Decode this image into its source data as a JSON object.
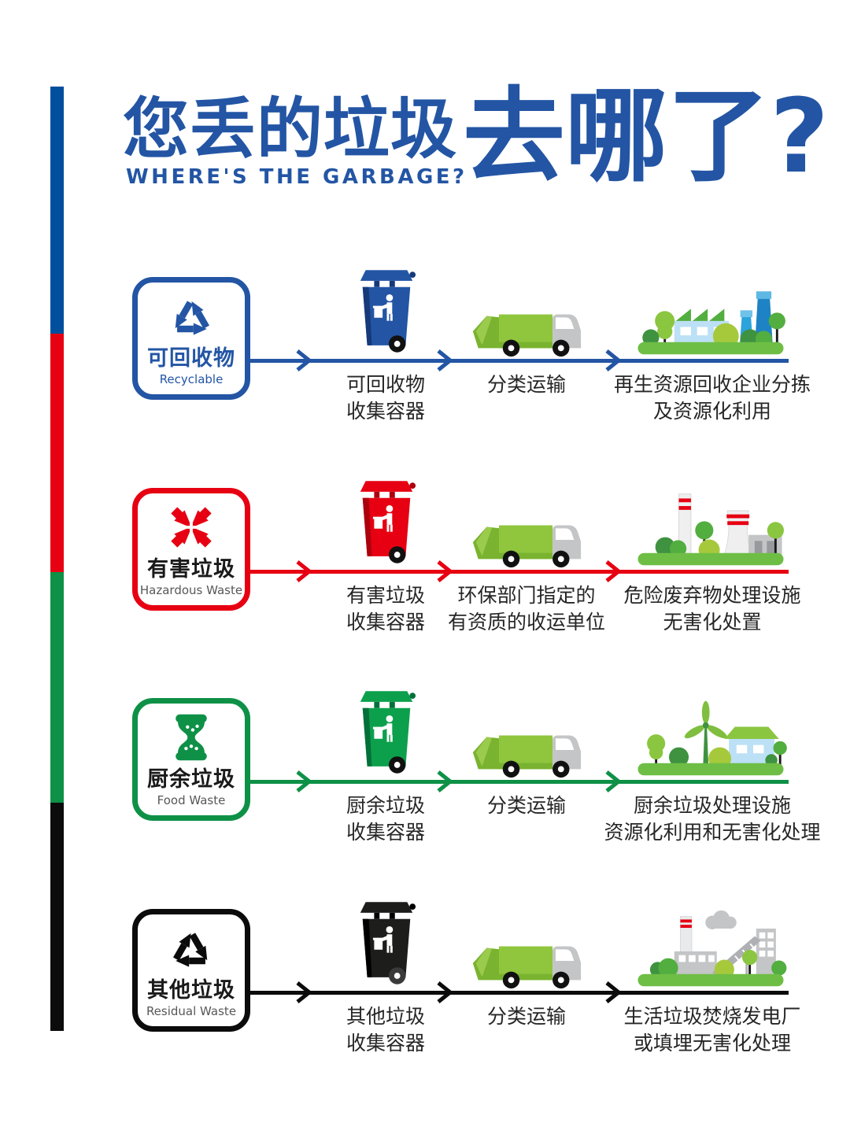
{
  "header": {
    "title_cn": "您丢的垃圾",
    "title_en": "WHERE'S THE GARBAGE?",
    "title_big": "去哪了?",
    "title_color": "#2355A4"
  },
  "legend_bar": {
    "colors": [
      "#004E9E",
      "#E60012",
      "#0E9147",
      "#0B0B0B"
    ]
  },
  "palette": {
    "truck_green": "#8FC63E",
    "grass_green": "#6EBE45",
    "facility_blue": "#1E83C5",
    "gray": "#C4C5C7"
  },
  "rows": [
    {
      "key": "recyclable",
      "category_cn": "可回收物",
      "category_en": "Recyclable",
      "accent": "#2355A4",
      "bin_label_line1": "可回收物",
      "bin_label_line2": "收集容器",
      "truck_label_line1": "分类运输",
      "truck_label_line2": "",
      "facility_label_line1": "再生资源回收企业分拣",
      "facility_label_line2": "及资源化利用"
    },
    {
      "key": "hazardous",
      "category_cn": "有害垃圾",
      "category_en": "Hazardous Waste",
      "accent": "#E60012",
      "bin_label_line1": "有害垃圾",
      "bin_label_line2": "收集容器",
      "truck_label_line1": "环保部门指定的",
      "truck_label_line2": "有资质的收运单位",
      "facility_label_line1": "危险废弃物处理设施",
      "facility_label_line2": "无害化处置"
    },
    {
      "key": "food-waste",
      "category_cn": "厨余垃圾",
      "category_en": "Food Waste",
      "accent": "#0E9147",
      "bin_label_line1": "厨余垃圾",
      "bin_label_line2": "收集容器",
      "truck_label_line1": "分类运输",
      "truck_label_line2": "",
      "facility_label_line1": "厨余垃圾处理设施",
      "facility_label_line2": "资源化利用和无害化处理"
    },
    {
      "key": "residual",
      "category_cn": "其他垃圾",
      "category_en": "Residual Waste",
      "accent": "#0B0B0B",
      "bin_label_line1": "其他垃圾",
      "bin_label_line2": "收集容器",
      "truck_label_line1": "分类运输",
      "truck_label_line2": "",
      "facility_label_line1": "生活垃圾焚烧发电厂",
      "facility_label_line2": "或填埋无害化处理"
    }
  ]
}
